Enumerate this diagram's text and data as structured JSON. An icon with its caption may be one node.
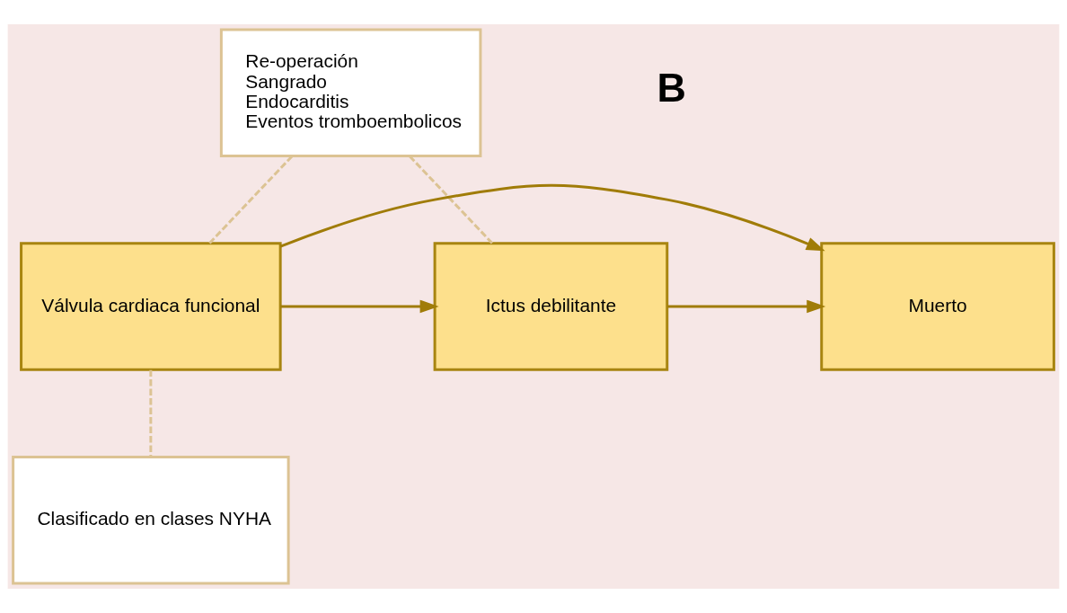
{
  "diagram": {
    "nodes": [
      {
        "text": [
          "Re-operación",
          "Sangrado",
          "Endocarditis",
          "Eventos tromboembolicos"
        ]
      },
      {
        "text": [
          "Válvula cardiaca funcional"
        ]
      },
      {
        "text": [
          "Ictus debilitante"
        ]
      },
      {
        "text": [
          "Muerto"
        ]
      },
      {
        "text": [
          "Clasificado en clases NYHA"
        ]
      }
    ],
    "edges": [
      {
        "from": 0,
        "to": 1,
        "arrow": "none",
        "style": "dashed",
        "color": "#dcc393"
      },
      {
        "from": 0,
        "to": 2,
        "arrow": "none",
        "style": "dashed",
        "color": "#dcc393"
      },
      {
        "from": 1,
        "to": 2,
        "arrow": "to",
        "color": "#a07c08"
      },
      {
        "from": 2,
        "to": 3,
        "arrow": "to",
        "color": "#a07c08"
      },
      {
        "from": 1,
        "to": 3,
        "arrow": "to",
        "color": "#a07c08"
      },
      {
        "from": 1,
        "to": 4,
        "arrow": "none",
        "style": "dashed",
        "color": "#dcc393"
      }
    ],
    "labels": [
      "B"
    ]
  }
}
